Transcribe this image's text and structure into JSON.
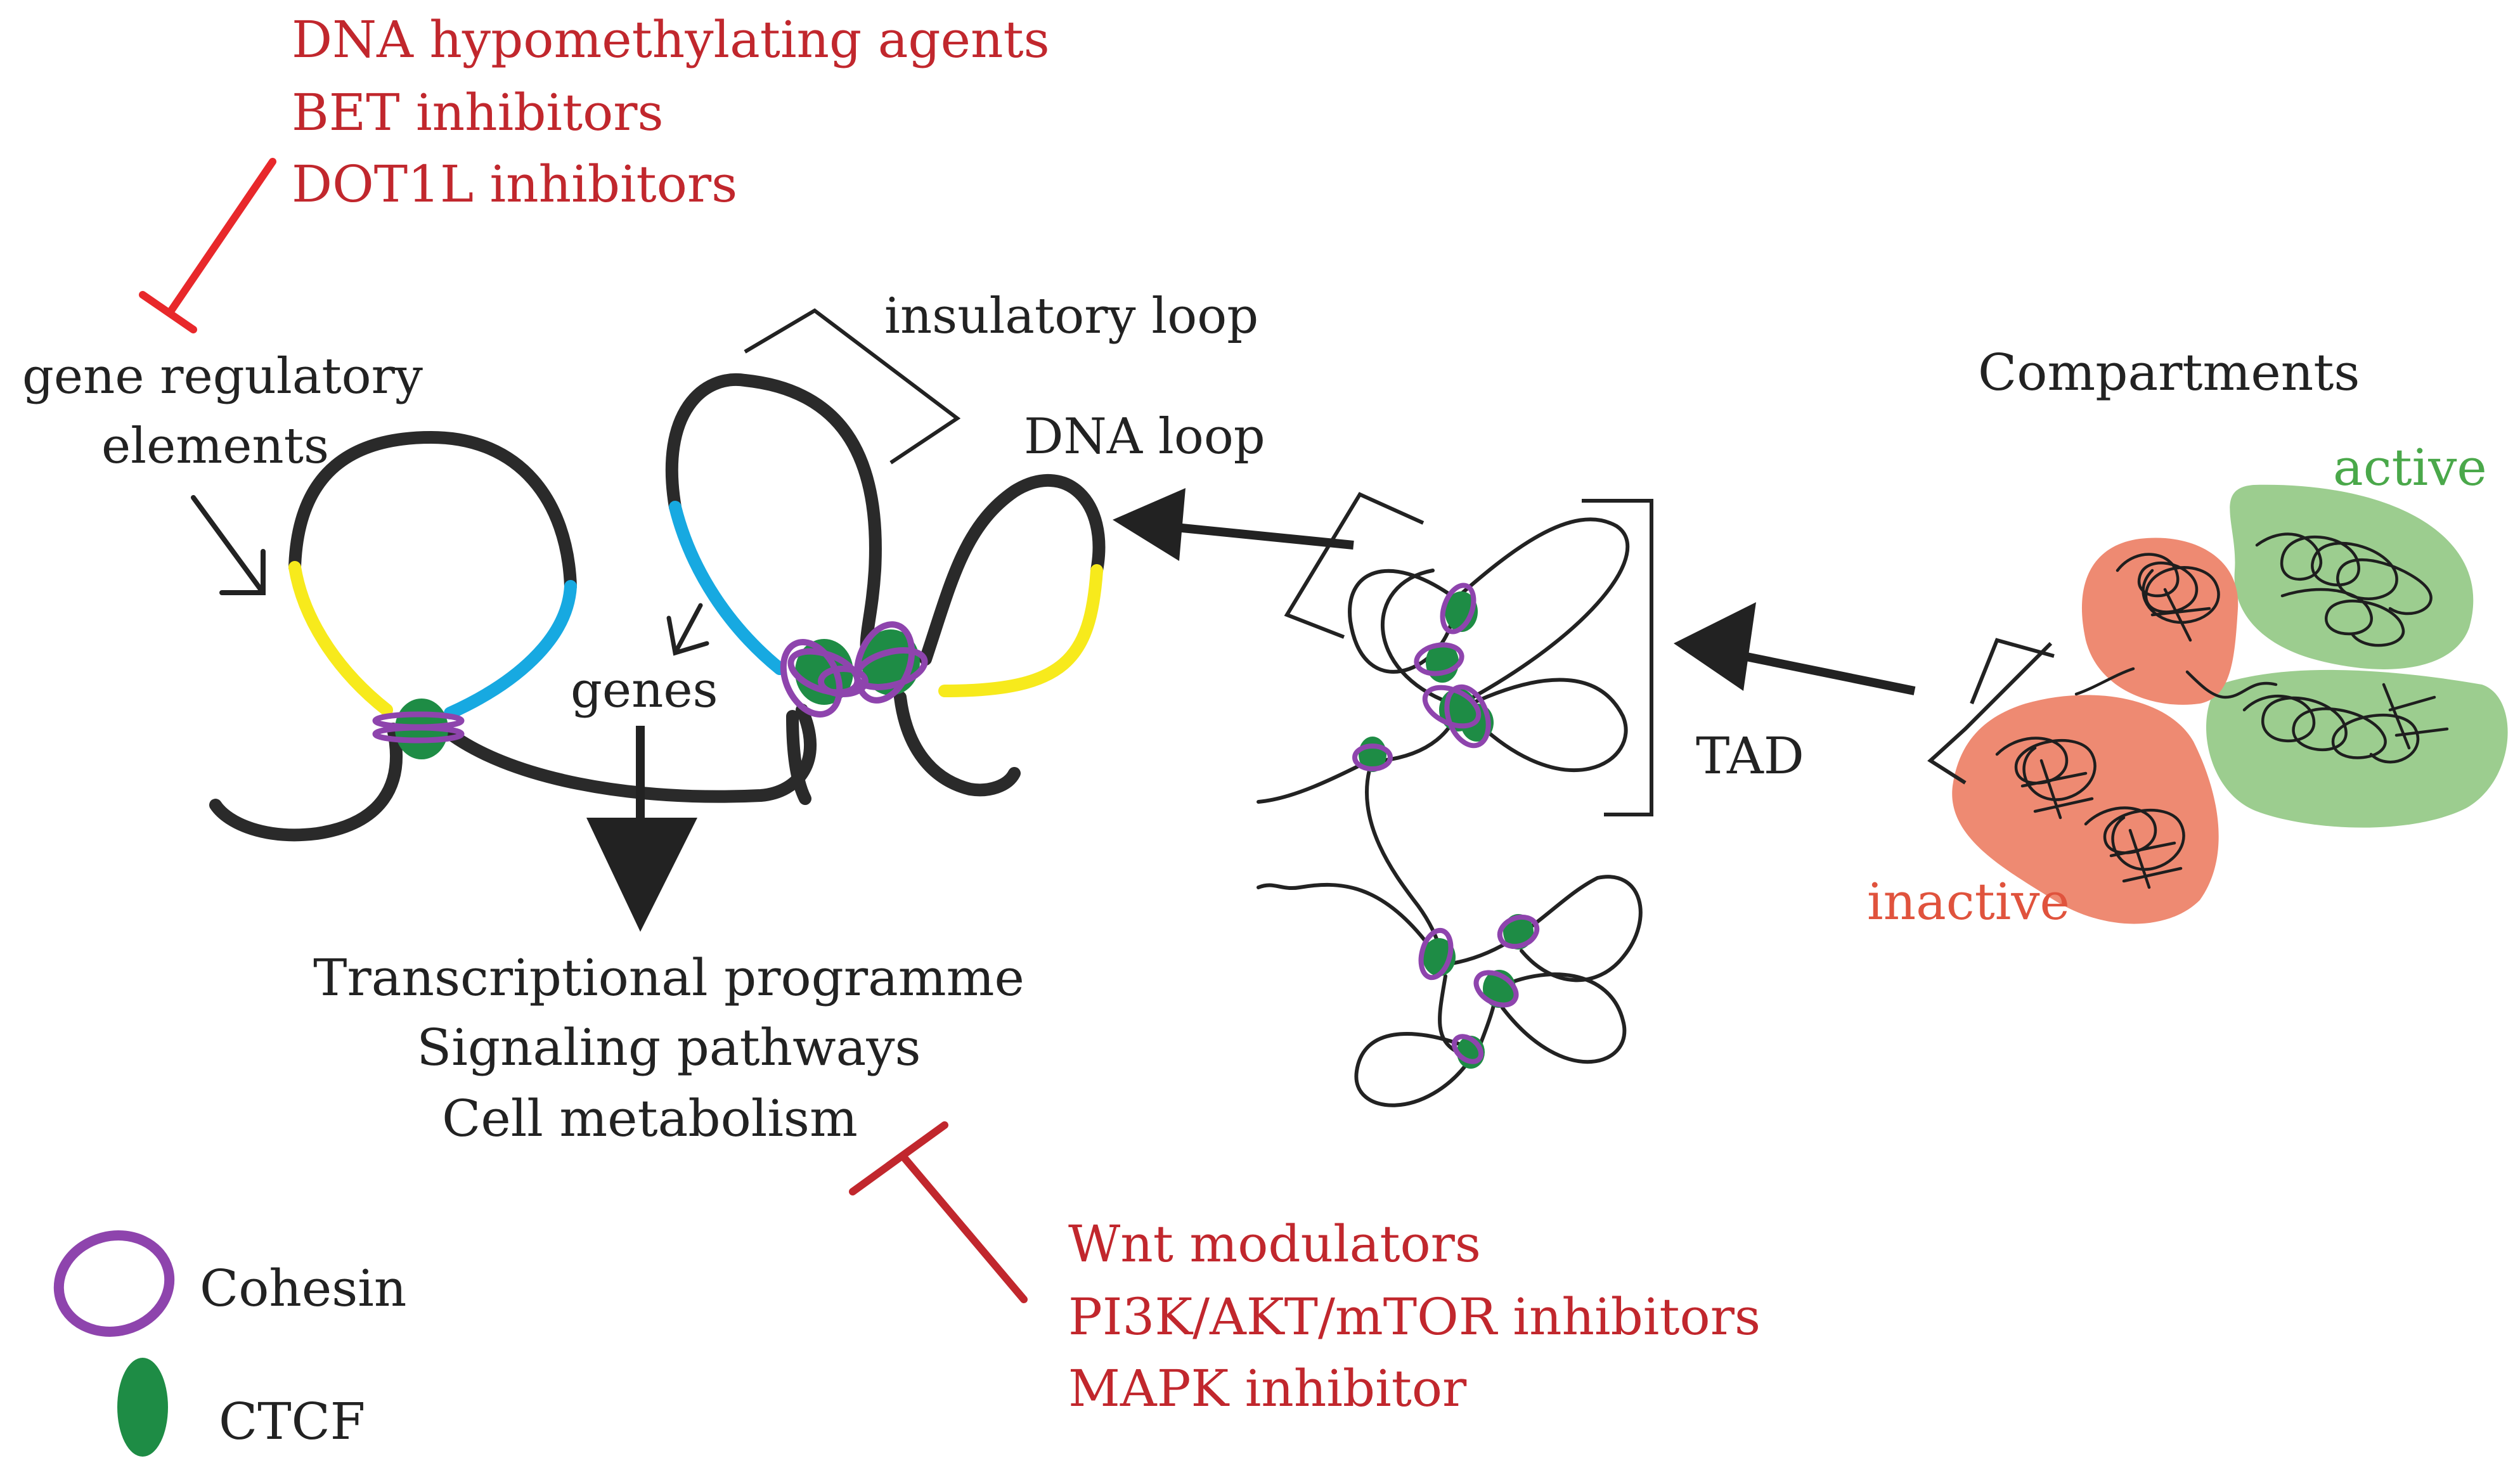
{
  "drugs_top": {
    "line1": "DNA hypomethylating agents",
    "line2": "BET inhibitors",
    "line3": "DOT1L inhibitors"
  },
  "drugs_bottom": {
    "line1": "Wnt modulators",
    "line2": "PI3K/AKT/mTOR inhibitors",
    "line3": "MAPK inhibitor"
  },
  "labels": {
    "gene_regulatory_line1": "gene regulatory",
    "gene_regulatory_line2": "elements",
    "genes": "genes",
    "insulatory_loop": "insulatory loop",
    "dna_loop": "DNA loop",
    "tad": "TAD",
    "compartments": "Compartments",
    "active": "active",
    "inactive": "inactive"
  },
  "outputs": {
    "line1": "Transcriptional programme",
    "line2": "Signaling pathways",
    "line3": "Cell metabolism"
  },
  "legend": {
    "cohesin": "Cohesin",
    "ctcf": "CTCF"
  },
  "colors": {
    "inhibitor_red": "#c1272d",
    "inhibitor_bright_red": "#e8282b",
    "cohesin_purple": "#8e44ad",
    "ctcf_green": "#1e8c45",
    "gene_blue": "#17a9e1",
    "regulatory_yellow": "#f7ea1c",
    "active_green": "#9ccd8f",
    "inactive_red": "#ee8a72",
    "active_text": "#4aa84a",
    "inactive_text": "#e0533d",
    "dna_black": "#2a2a2a"
  }
}
